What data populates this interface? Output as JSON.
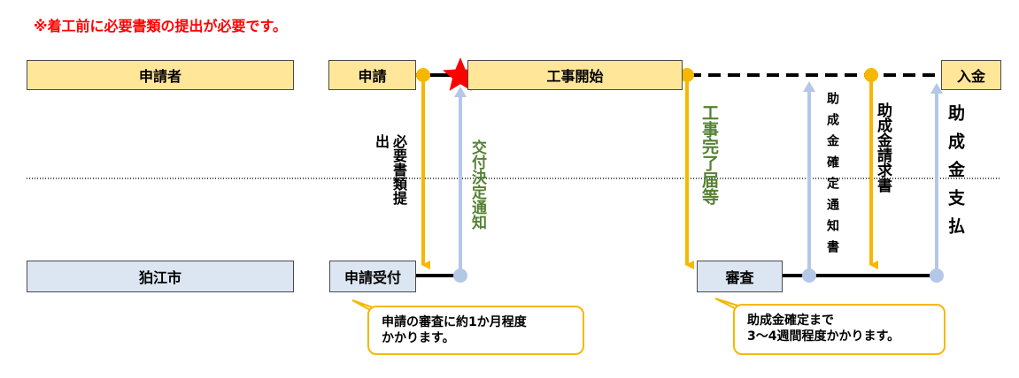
{
  "notice": "※着工前に必要書類の提出が必要です。",
  "lanes": {
    "applicant": "申請者",
    "city": "狛江市"
  },
  "steps": {
    "apply": "申請",
    "start": "工事開始",
    "payment_in": "入金",
    "receive": "申請受付",
    "review": "審査"
  },
  "arrows": {
    "documents": "必要書類提出",
    "decision": "交付決定通知",
    "completion": "工事完了届等",
    "confirm_notice": "助成金確定通知書",
    "claim": "助成金請求書",
    "payment": "助成金支払"
  },
  "notes": {
    "review_time": "申請の審査に約1か月程度\nかかります。",
    "confirm_time": "助成金確定まで\n3～4週間程度かかります。"
  },
  "colors": {
    "yellow_arrow": "#f5b800",
    "blue_arrow": "#b4c7e7",
    "green_text": "#548235",
    "star": "#ff0000"
  }
}
